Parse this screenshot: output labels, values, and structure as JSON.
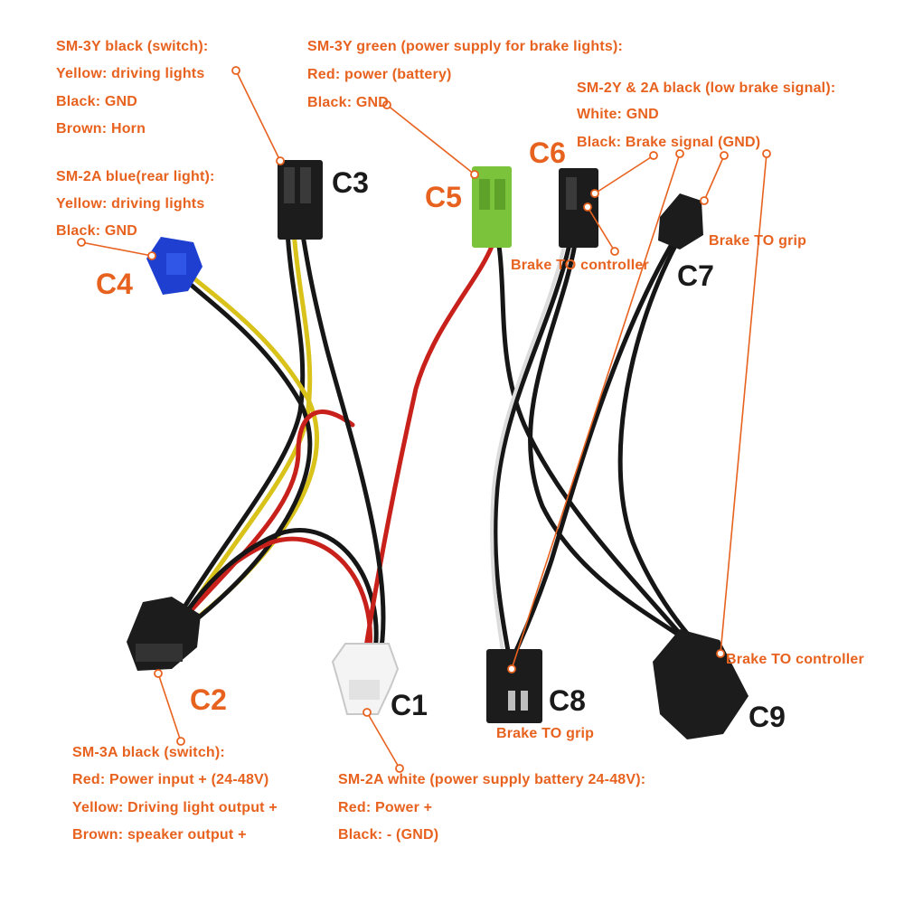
{
  "colors": {
    "accent": "#e8621f",
    "wire_black": "#161616",
    "wire_red": "#c8201a",
    "wire_yellow": "#d9c21a",
    "conn_black": "#1c1c1c",
    "conn_blue": "#1f3fd0",
    "conn_green": "#7cc33c",
    "conn_white": "#f4f4f4"
  },
  "connectors": {
    "c1": {
      "label": "C1"
    },
    "c2": {
      "label": "C2"
    },
    "c3": {
      "label": "C3"
    },
    "c4": {
      "label": "C4"
    },
    "c5": {
      "label": "C5"
    },
    "c6": {
      "label": "C6"
    },
    "c7": {
      "label": "C7"
    },
    "c8": {
      "label": "C8"
    },
    "c9": {
      "label": "C9"
    }
  },
  "notes": {
    "c3": {
      "title": "SM-3Y black (switch):",
      "lines": [
        "Yellow: driving lights",
        "Black: GND",
        "Brown: Horn"
      ]
    },
    "c5": {
      "title": "SM-3Y green (power supply for brake lights):",
      "lines": [
        "Red: power (battery)",
        "Black: GND"
      ]
    },
    "c6c7": {
      "title": "SM-2Y & 2A black (low brake signal):",
      "lines": [
        "White: GND",
        "Black: Brake signal (GND)"
      ]
    },
    "c4": {
      "title": "SM-2A blue(rear light):",
      "lines": [
        "Yellow: driving lights",
        "Black: GND"
      ]
    },
    "c2": {
      "title": "SM-3A black (switch):",
      "lines": [
        "Red: Power input + (24-48V)",
        "Yellow: Driving light output +",
        "Brown: speaker output +"
      ]
    },
    "c1": {
      "title": "SM-2A white (power supply battery 24-48V):",
      "lines": [
        "Red: Power +",
        "Black:  - (GND)"
      ]
    }
  },
  "captions": {
    "c6": "Brake TO controller",
    "c7": "Brake TO grip",
    "c8": "Brake TO grip",
    "c9": "Brake TO controller"
  }
}
